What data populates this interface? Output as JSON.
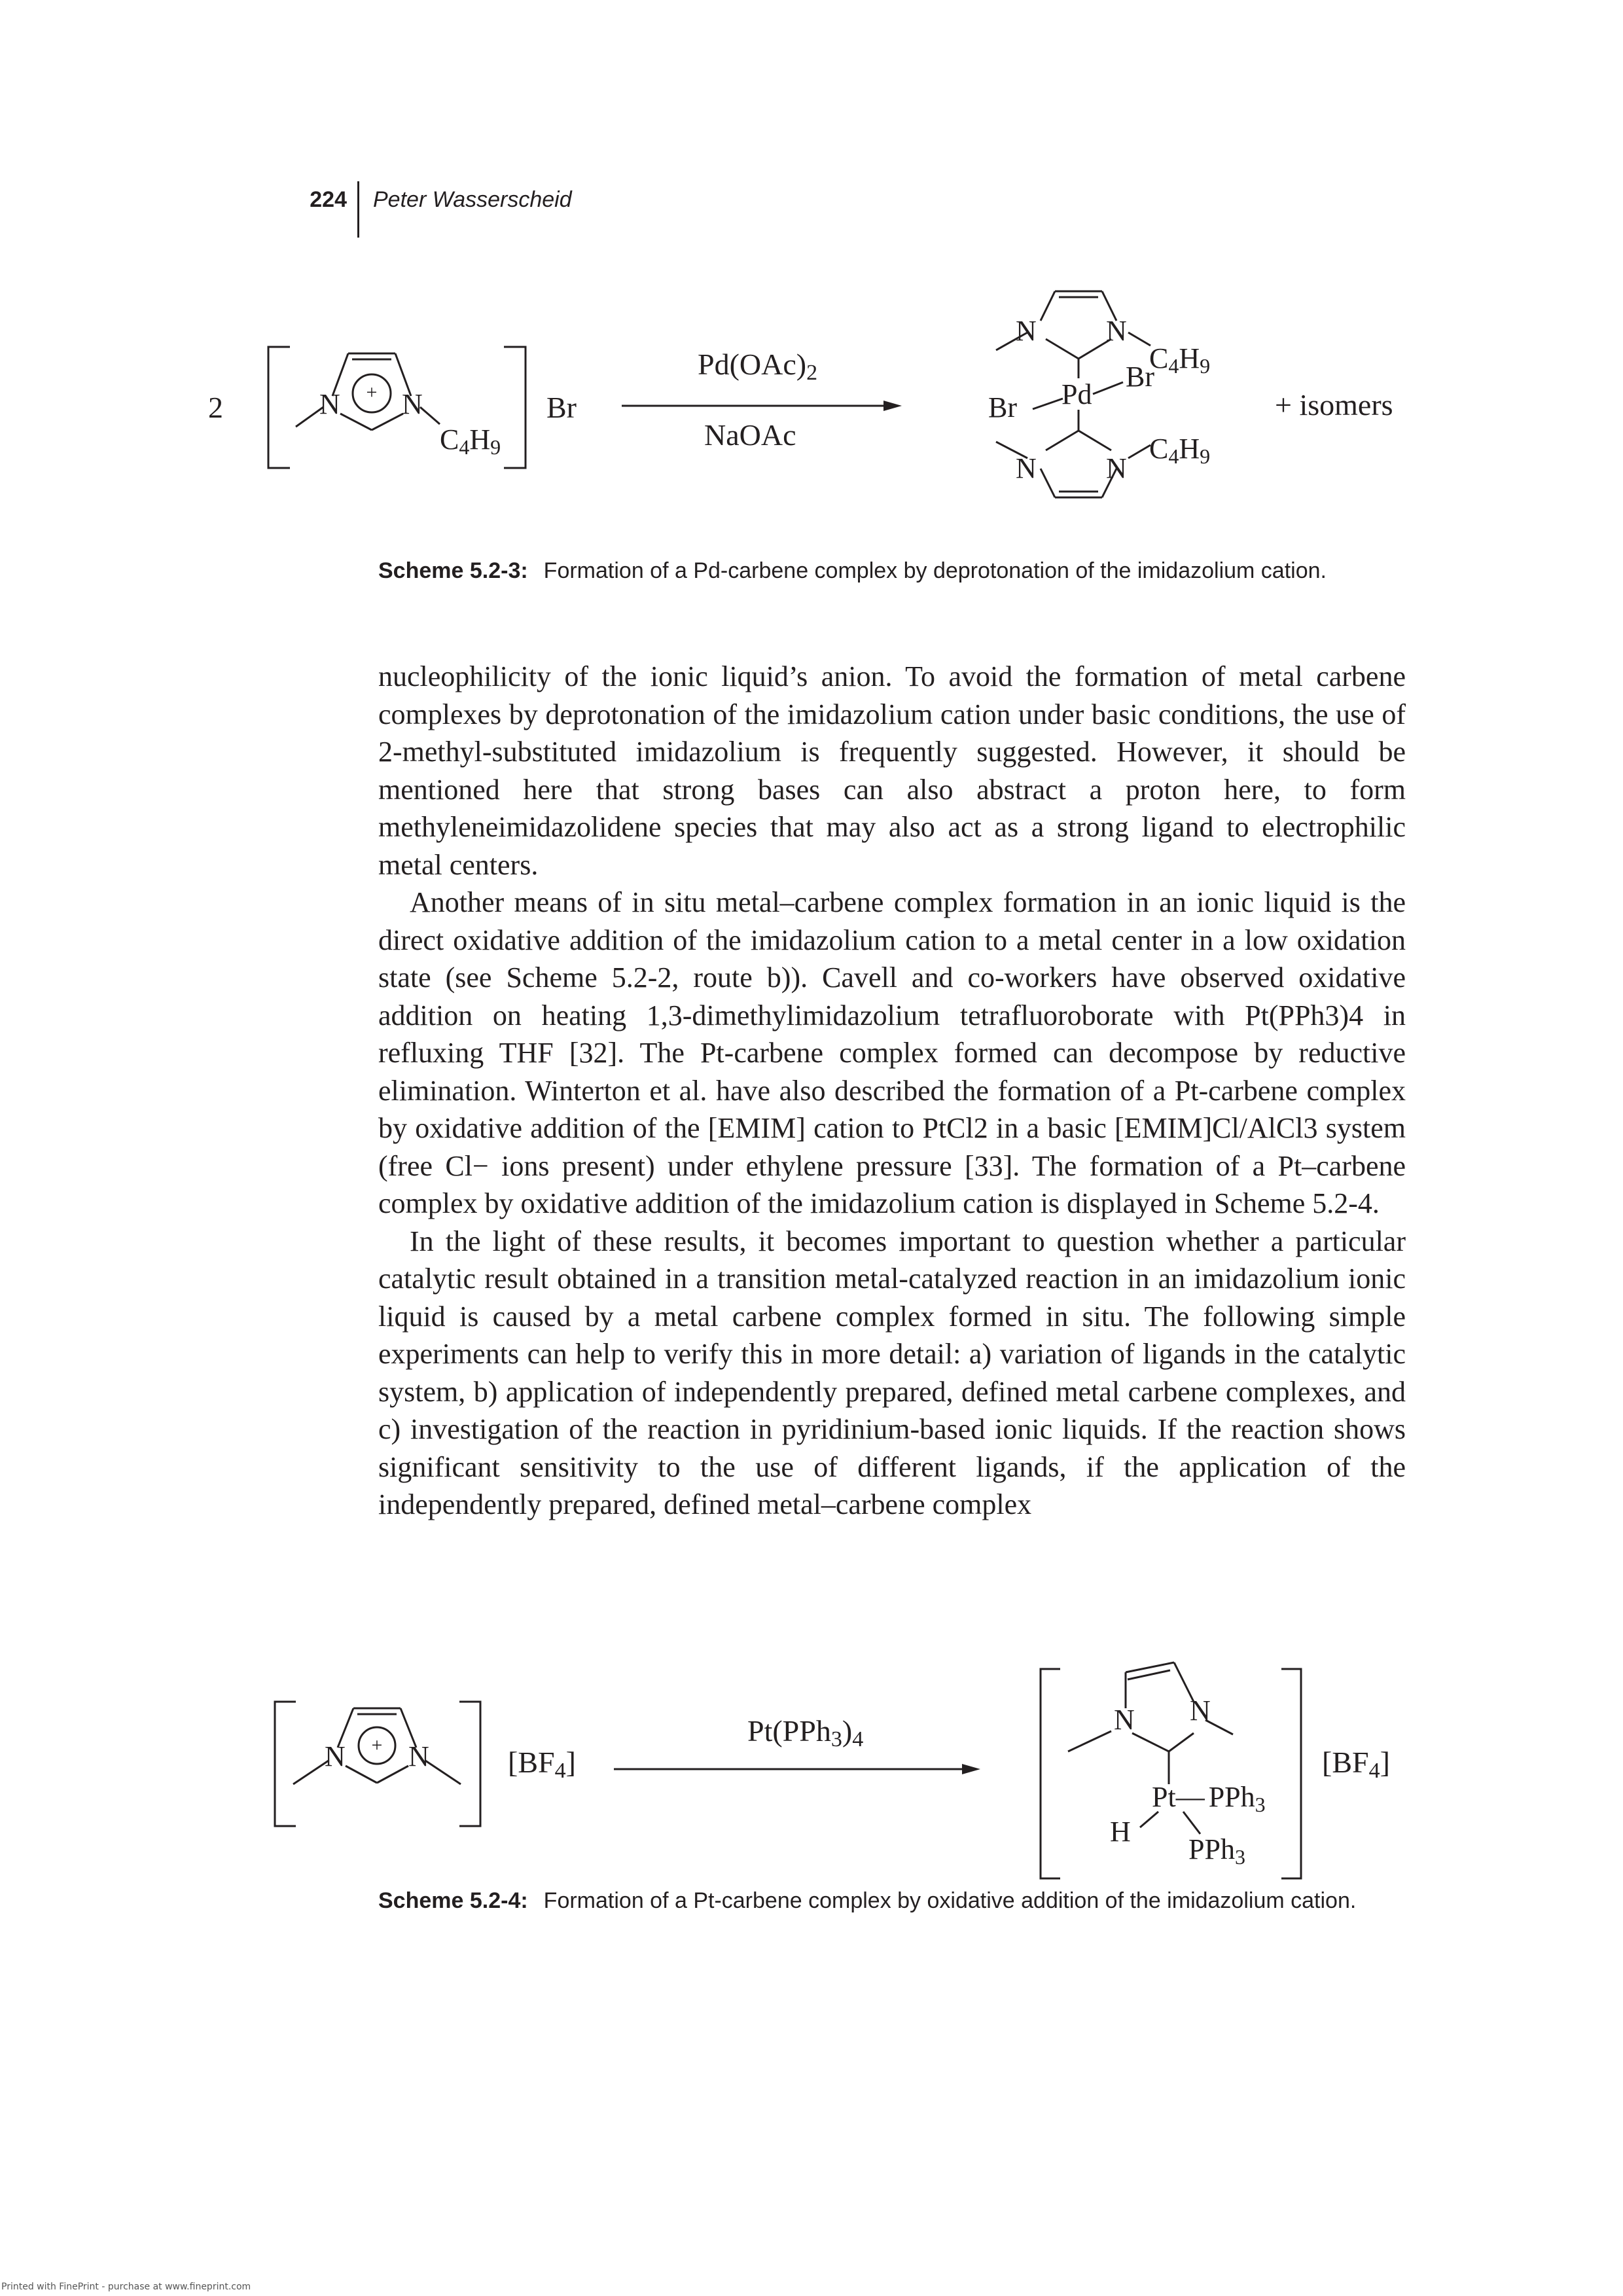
{
  "header": {
    "page_number": "224",
    "author": "Peter Wasserscheid"
  },
  "scheme1": {
    "coefficient": "2",
    "reactant_N1": "N",
    "reactant_N2": "N",
    "charge": "+",
    "butyl_C": "C",
    "butyl_4": "4",
    "butyl_H": "H",
    "butyl_9": "9",
    "anion": "Br",
    "reagent_above": "Pd(OAc)",
    "reagent_above_sub": "2",
    "reagent_below": "NaOAc",
    "metal": "Pd",
    "bromide": "Br",
    "product_N": "N",
    "suffix": "+ isomers",
    "caption_label": "Scheme 5.2-3:",
    "caption_text": "Formation of a Pd-carbene complex by deprotonation of the imidazolium cation."
  },
  "body_paragraphs": [
    "nucleophilicity of the ionic liquid’s anion. To avoid the formation of metal carbene complexes by deprotonation of the imidazolium cation under basic conditions, the use of 2-methyl-substituted imidazolium is frequently suggested. However, it should be mentioned here that strong bases can also abstract a proton here, to form methyleneimidazolidene species that may also act as a strong ligand to electrophilic metal centers.",
    "Another means of in situ metal–carbene complex formation in an ionic liquid is the direct oxidative addition of the imidazolium cation to a metal center in a low oxidation state (see Scheme 5.2-2, route b)). Cavell and co-workers have observed oxidative addition on heating 1,3-dimethylimidazolium tetrafluoroborate with Pt(PPh3)4 in refluxing THF [32]. The Pt-carbene complex formed can decompose by reductive elimination. Winterton et al. have also described the formation of a Pt-carbene complex by oxidative addition of the [EMIM] cation to PtCl2 in a basic [EMIM]Cl/AlCl3 system (free Cl− ions present) under ethylene pressure [33]. The formation of a Pt–carbene complex by oxidative addition of the imidazolium cation is displayed in Scheme 5.2-4.",
    "In the light of these results, it becomes important to question whether a particular catalytic result obtained in a transition metal-catalyzed reaction in an imidazolium ionic liquid is caused by a metal carbene complex formed in situ. The following simple experiments can help to verify this in more detail: a) variation of ligands in the catalytic system, b) application of independently prepared, defined metal carbene complexes, and c) investigation of the reaction in pyridinium-based ionic liquids. If the reaction shows significant sensitivity to the use of different ligands, if the application of the independently prepared, defined metal–carbene complex"
  ],
  "scheme2": {
    "reactant_N": "N",
    "charge": "+",
    "anion_left": "[BF",
    "anion_sub": "4",
    "anion_right": "]",
    "reagent": "Pt(PPh",
    "reagent_sub1": "3",
    "reagent_close": ")",
    "reagent_sub2": "4",
    "product_N": "N",
    "metal": "Pt",
    "dash": "—",
    "ligand": "PPh",
    "ligand_sub": "3",
    "hydride": "H",
    "caption_label": "Scheme 5.2-4:",
    "caption_text": "Formation of a Pt-carbene complex by oxidative addition of the imidazolium cation."
  },
  "footer": "Printed with FinePrint - purchase at www.fineprint.com"
}
